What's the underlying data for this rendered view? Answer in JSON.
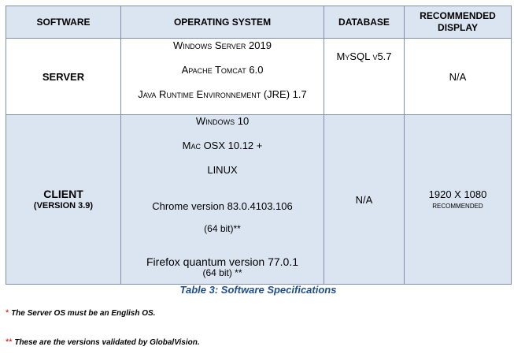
{
  "table": {
    "headers": {
      "software": "SOFTWARE",
      "os": "OPERATING SYSTEM",
      "database": "DATABASE",
      "display_line1": "RECOMMENDED",
      "display_line2": "DISPLAY"
    },
    "server": {
      "software": "SERVER",
      "os": [
        "Windows Server 2019",
        "Apache Tomcat 6.0",
        "Java Runtime Environnement (JRE) 1.7"
      ],
      "database": "MySQL v5.7",
      "display": "N/A"
    },
    "client": {
      "software": "CLIENT",
      "software_sub": "(VERSION 3.9)",
      "os": {
        "windows": "Windows 10",
        "mac": "Mac OSX 10.12 +",
        "linux": "LINUX",
        "chrome": "Chrome version 83.0.4103.106",
        "chrome_bit": "(64 bit)**",
        "firefox": "Firefox quantum version  77.0.1",
        "firefox_bit": "(64 bit) **"
      },
      "database": "N/A",
      "display_res": "1920 X 1080",
      "display_rec": "recommended"
    },
    "header_bg": "#dbe5f1",
    "border_color": "#7f8fa9"
  },
  "caption": "Table 3: Software Specifications",
  "notes": [
    {
      "star": "*",
      "text": "The Server OS must be an English OS."
    },
    {
      "star": "**",
      "text": "These are the versions validated by GlobalVision."
    }
  ],
  "colors": {
    "caption": "#1f4e8c",
    "star": "#cc0000"
  }
}
